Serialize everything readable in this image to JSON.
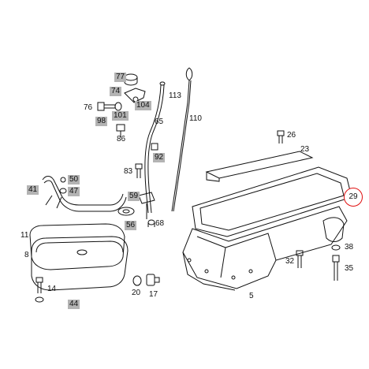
{
  "diagram": {
    "labels": [
      {
        "id": "p77",
        "text": "77",
        "shaded": true
      },
      {
        "id": "p74",
        "text": "74",
        "shaded": true
      },
      {
        "id": "p104",
        "text": "104",
        "shaded": true
      },
      {
        "id": "p113",
        "text": "113",
        "shaded": false
      },
      {
        "id": "p110",
        "text": "110",
        "shaded": false
      },
      {
        "id": "p76",
        "text": "76",
        "shaded": false
      },
      {
        "id": "p98",
        "text": "98",
        "shaded": true
      },
      {
        "id": "p101",
        "text": "101",
        "shaded": true
      },
      {
        "id": "p65",
        "text": "65",
        "shaded": false
      },
      {
        "id": "p86",
        "text": "86",
        "shaded": false
      },
      {
        "id": "p92",
        "text": "92",
        "shaded": true
      },
      {
        "id": "p26",
        "text": "26",
        "shaded": false
      },
      {
        "id": "p23",
        "text": "23",
        "shaded": false
      },
      {
        "id": "p83",
        "text": "83",
        "shaded": false
      },
      {
        "id": "p50",
        "text": "50",
        "shaded": true
      },
      {
        "id": "p41",
        "text": "41",
        "shaded": true
      },
      {
        "id": "p47",
        "text": "47",
        "shaded": true
      },
      {
        "id": "p59",
        "text": "59",
        "shaded": true
      },
      {
        "id": "p29",
        "text": "29",
        "shaded": false,
        "highlighted": true
      },
      {
        "id": "p11",
        "text": "11",
        "shaded": false
      },
      {
        "id": "p56",
        "text": "56",
        "shaded": true
      },
      {
        "id": "p68",
        "text": "68",
        "shaded": false
      },
      {
        "id": "p38",
        "text": "38",
        "shaded": false
      },
      {
        "id": "p8",
        "text": "8",
        "shaded": false
      },
      {
        "id": "p32",
        "text": "32",
        "shaded": false
      },
      {
        "id": "p35",
        "text": "35",
        "shaded": false
      },
      {
        "id": "p14",
        "text": "14",
        "shaded": false
      },
      {
        "id": "p20",
        "text": "20",
        "shaded": false
      },
      {
        "id": "p17",
        "text": "17",
        "shaded": false
      },
      {
        "id": "p5",
        "text": "5",
        "shaded": false
      },
      {
        "id": "p44",
        "text": "44",
        "shaded": true
      }
    ],
    "highlight_color": "#e01010",
    "shade_color": "#b3b3b3"
  }
}
